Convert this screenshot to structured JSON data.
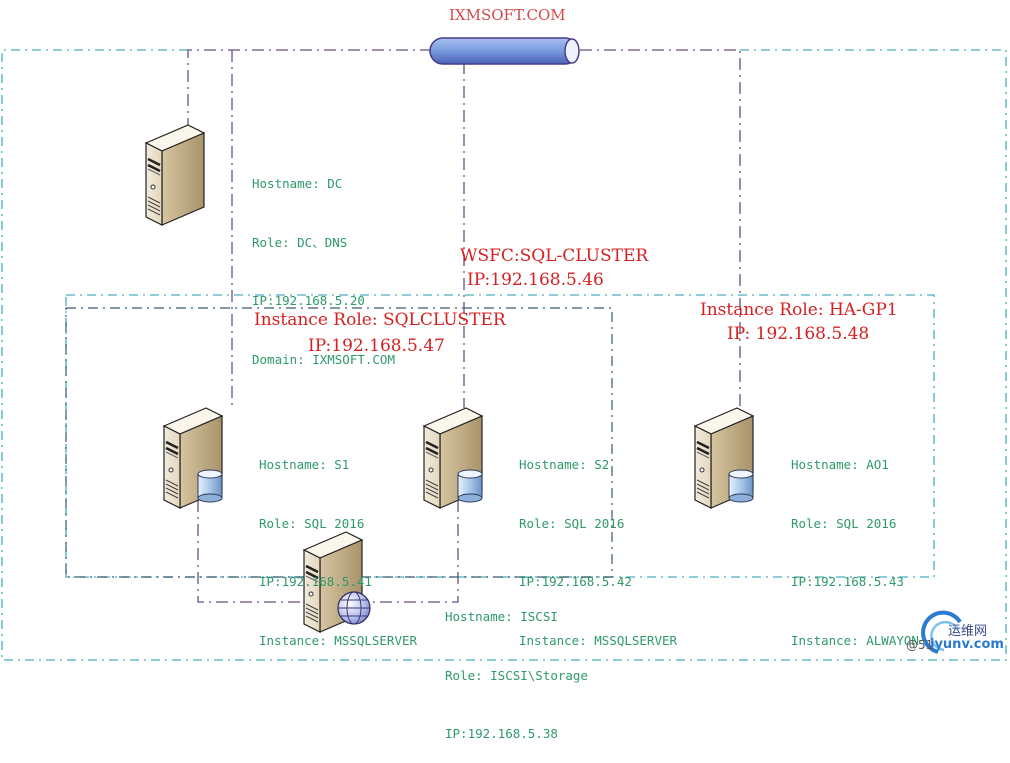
{
  "diagram": {
    "title": "IXMSOFT.COM",
    "network_bus": "network-bus",
    "cluster": {
      "name_line": "WSFC:SQL-CLUSTER",
      "ip_line": "IP:192.168.5.46"
    },
    "instance_roles": [
      {
        "role_line": "Instance Role: SQLCLUSTER",
        "ip_line": "IP:192.168.5.47"
      },
      {
        "role_line": "Instance Role: HA-GP1",
        "ip_line": "IP: 192.168.5.48"
      }
    ],
    "servers": [
      {
        "id": "dc",
        "icon": "server-icon",
        "badge": "none",
        "lines": [
          "Hostname: DC",
          "Role: DC、DNS",
          "IP:192.168.5.20",
          "Domain: IXMSOFT.COM"
        ]
      },
      {
        "id": "s1",
        "icon": "server-icon",
        "badge": "database-icon",
        "lines": [
          "Hostname: S1",
          "Role: SQL 2016",
          "IP:192.168.5.41",
          "Instance: MSSQLSERVER"
        ]
      },
      {
        "id": "s2",
        "icon": "server-icon",
        "badge": "database-icon",
        "lines": [
          "Hostname: S2",
          "Role: SQL 2016",
          "IP:192.168.5.42",
          "Instance: MSSQLSERVER"
        ]
      },
      {
        "id": "ao1",
        "icon": "server-icon",
        "badge": "database-icon",
        "lines": [
          "Hostname: AO1",
          "Role: SQL 2016",
          "IP:192.168.5.43",
          "Instance: ALWAYON"
        ]
      },
      {
        "id": "iscsi",
        "icon": "server-icon",
        "badge": "globe-icon",
        "lines": [
          "Hostname: ISCSI",
          "Role: ISCSI\\Storage",
          "IP:192.168.5.38"
        ]
      }
    ],
    "colors": {
      "title": "#d84848",
      "red_text": "#d42020",
      "green_text": "#2e9a6a",
      "boundary_dashed": "#4aaec0",
      "connector": "#6a4e80",
      "bus_fill": "#7d9ee0"
    }
  },
  "watermark": {
    "cn_text": "运维网",
    "en_text": "iyunv.com",
    "prefix": "@51"
  }
}
